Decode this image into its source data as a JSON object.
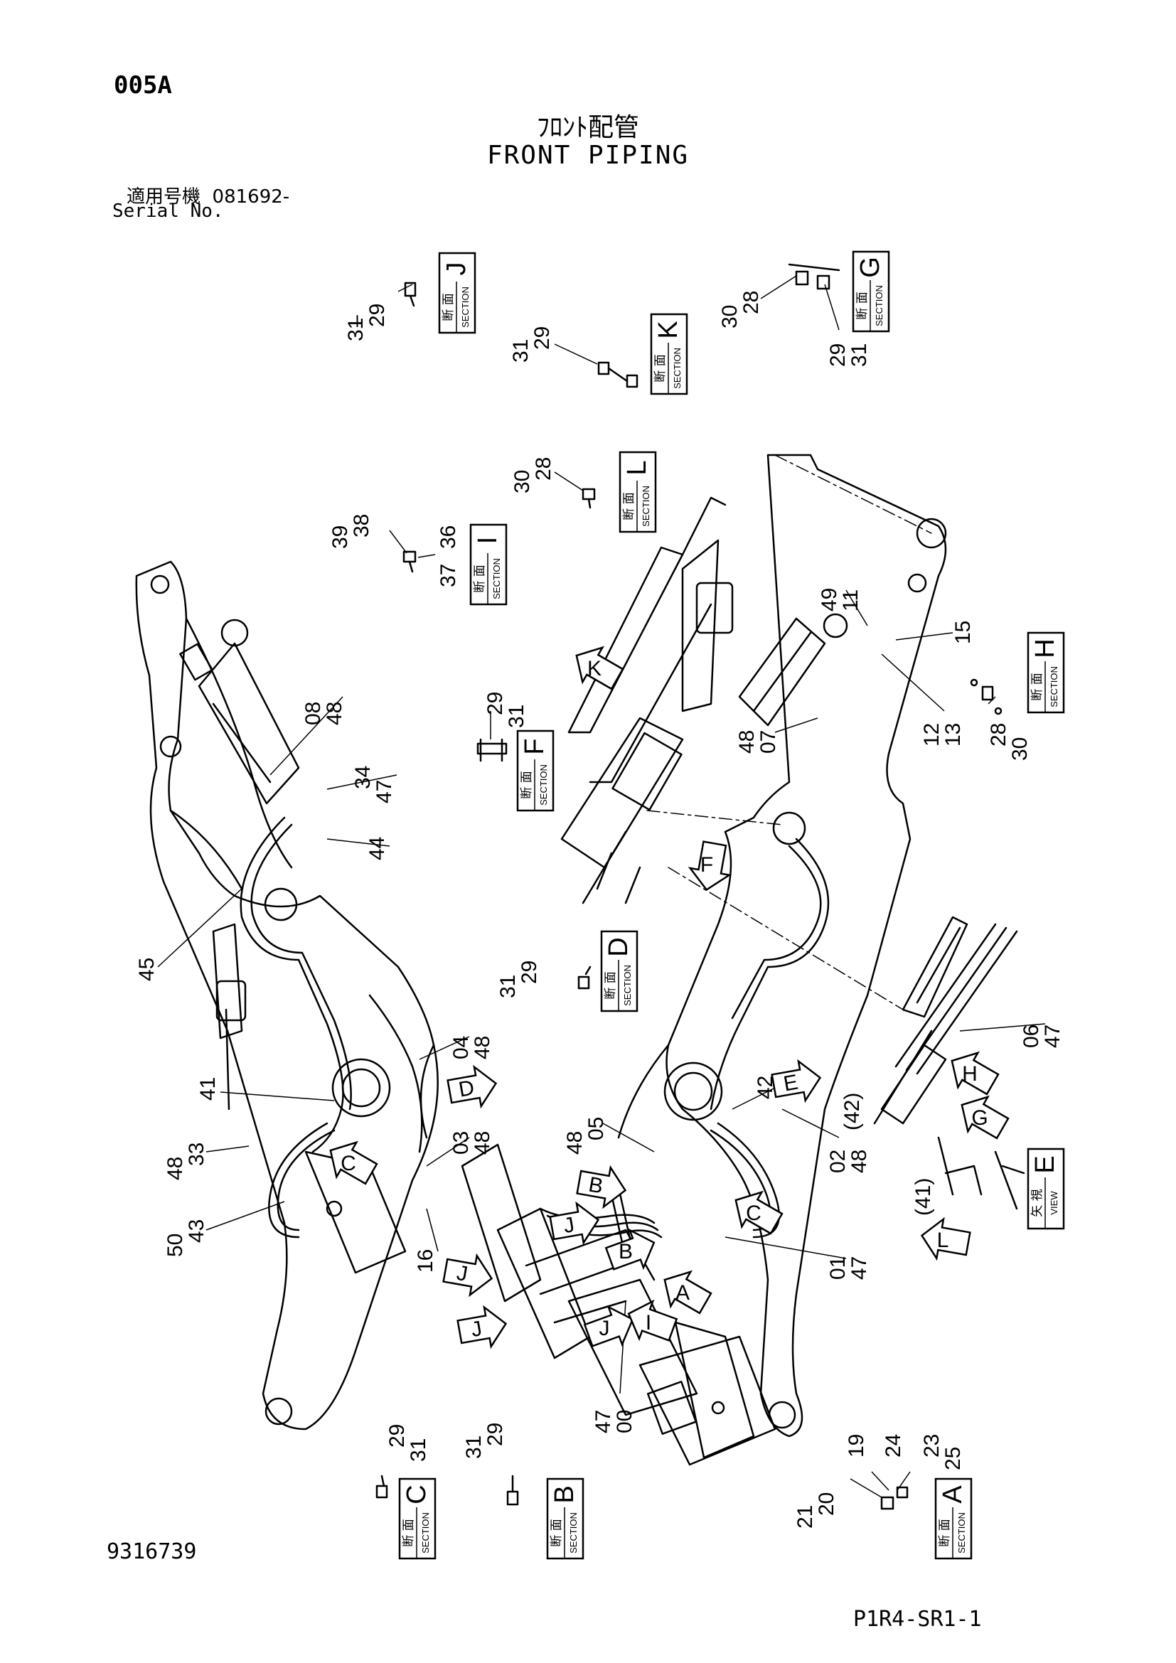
{
  "header": {
    "code": "005A",
    "title_jp": "ﾌﾛﾝﾄ配管",
    "title_en": "FRONT PIPING",
    "serial_label_jp": "適用号機",
    "serial_value": "081692-",
    "serial_label_en": "Serial No."
  },
  "footer": {
    "doc_number": "9316739",
    "page_ref": "P1R4-SR1-1"
  },
  "section_boxes": {
    "kanji_section": "断 面",
    "kanji_view": "矢 視",
    "word_section": "SECTION",
    "word_view": "VIEW",
    "letters": {
      "J": "J",
      "K": "K",
      "G": "G",
      "L": "L",
      "I": "I",
      "H": "H",
      "F": "F",
      "D": "D",
      "E": "E",
      "C": "C",
      "B": "B",
      "A": "A"
    }
  },
  "section_part_labels": {
    "J": [
      "31",
      "29"
    ],
    "K": [
      "31",
      "29"
    ],
    "G_left": [
      "30",
      "28"
    ],
    "G_right": [
      "29",
      "31"
    ],
    "L": [
      "30",
      "28"
    ],
    "I_left": [
      "39",
      "38"
    ],
    "I_right": [
      "36",
      "37"
    ],
    "H": [
      "28",
      "30"
    ],
    "F": [
      "29",
      "31"
    ],
    "D": [
      "31",
      "29"
    ],
    "C": [
      "29",
      "31"
    ],
    "B": [
      "31",
      "29"
    ],
    "A_left": [
      "21",
      "20"
    ],
    "A_mid": [
      "19",
      "24"
    ],
    "A_right": [
      "23",
      "25"
    ]
  },
  "callouts": [
    {
      "id": "08-48",
      "a": "08",
      "b": "48"
    },
    {
      "id": "34-47",
      "a": "34",
      "b": "47"
    },
    {
      "id": "44",
      "a": "44",
      "b": ""
    },
    {
      "id": "45",
      "a": "45",
      "b": ""
    },
    {
      "id": "04-48",
      "a": "04",
      "b": "48"
    },
    {
      "id": "41",
      "a": "41",
      "b": ""
    },
    {
      "id": "48-33",
      "a": "48",
      "b": "33"
    },
    {
      "id": "03-48",
      "a": "03",
      "b": "48"
    },
    {
      "id": "50-43",
      "a": "50",
      "b": "43"
    },
    {
      "id": "16",
      "a": "16",
      "b": ""
    },
    {
      "id": "47-00",
      "a": "47",
      "b": "00"
    },
    {
      "id": "48-05",
      "a": "48",
      "b": "05"
    },
    {
      "id": "42",
      "a": "42",
      "b": ""
    },
    {
      "id": "(42)",
      "a": "(42)",
      "b": ""
    },
    {
      "id": "02-48",
      "a": "02",
      "b": "48"
    },
    {
      "id": "01-47",
      "a": "01",
      "b": "47"
    },
    {
      "id": "(41)",
      "a": "(41)",
      "b": ""
    },
    {
      "id": "06-47",
      "a": "06",
      "b": "47"
    },
    {
      "id": "48-07",
      "a": "48",
      "b": "07"
    },
    {
      "id": "49-11",
      "a": "49",
      "b": "11"
    },
    {
      "id": "15",
      "a": "15",
      "b": ""
    },
    {
      "id": "12-13",
      "a": "12",
      "b": "13"
    }
  ],
  "view_arrows": [
    "K",
    "F",
    "D",
    "C",
    "J",
    "J",
    "J",
    "B",
    "B",
    "J",
    "I",
    "A",
    "C",
    "E",
    "H",
    "G",
    "L"
  ],
  "colors": {
    "ink": "#000000",
    "paper": "#ffffff"
  }
}
